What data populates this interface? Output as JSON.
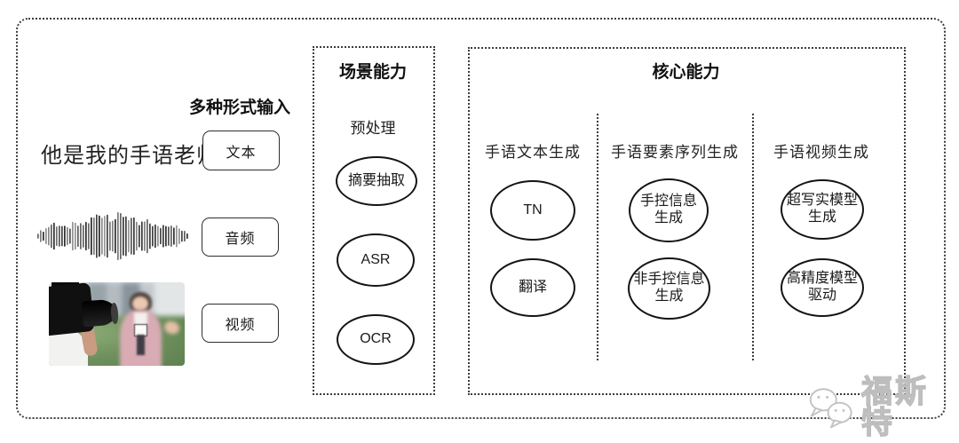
{
  "input_section": {
    "heading": "多种形式输入",
    "sample_text": "他是我的手语老师",
    "boxes": [
      {
        "label": "文本"
      },
      {
        "label": "音频"
      },
      {
        "label": "视频"
      }
    ],
    "icons": {
      "waveform": "audio-waveform-icon",
      "photo": "news-interview-photo"
    }
  },
  "scene_section": {
    "title": "场景能力",
    "subtitle": "预处理",
    "nodes": [
      {
        "label": "摘要抽取"
      },
      {
        "label": "ASR"
      },
      {
        "label": "OCR"
      }
    ]
  },
  "core_section": {
    "title": "核心能力",
    "columns": [
      {
        "header": "手语文本生成",
        "nodes": [
          {
            "lines": [
              "TN"
            ]
          },
          {
            "lines": [
              "翻译"
            ]
          }
        ]
      },
      {
        "header": "手语要素序列生成",
        "nodes": [
          {
            "lines": [
              "手控信息",
              "生成"
            ]
          },
          {
            "lines": [
              "非手控信息",
              "生成"
            ]
          }
        ]
      },
      {
        "header": "手语视频生成",
        "nodes": [
          {
            "lines": [
              "超写实模型",
              "生成"
            ]
          },
          {
            "lines": [
              "高精度模型",
              "驱动"
            ]
          }
        ]
      }
    ]
  },
  "watermark": {
    "text": "福斯特",
    "logo": "wechat-bubbles-icon"
  },
  "colors": {
    "background": "#ffffff",
    "line": "#3c3c3c",
    "node_border": "#141414",
    "watermark": "#c6c6c6"
  }
}
